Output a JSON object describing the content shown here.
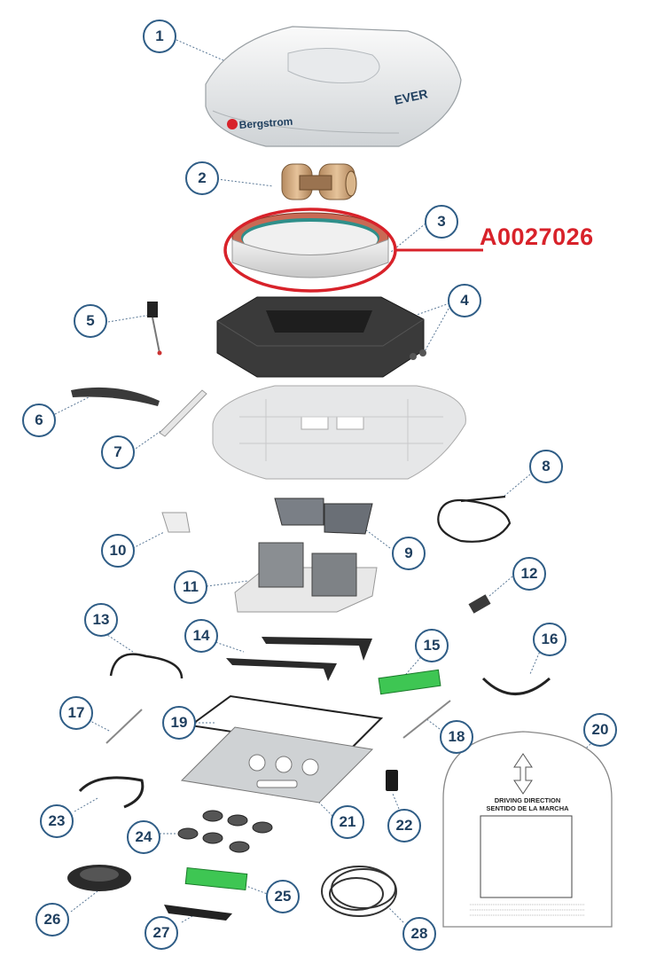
{
  "callouts": [
    "1",
    "2",
    "3",
    "4",
    "5",
    "6",
    "7",
    "8",
    "9",
    "10",
    "11",
    "12",
    "13",
    "14",
    "15",
    "16",
    "17",
    "18",
    "19",
    "20",
    "21",
    "22",
    "23",
    "24",
    "25",
    "26",
    "27",
    "28"
  ],
  "highlight": {
    "part_code": "A0027026",
    "color": "#d8222a"
  },
  "cover": {
    "brand": "Bergstrom",
    "model": "EVER"
  },
  "sticker": {
    "heading_line1": "DRIVING DIRECTION",
    "heading_line2": "SENTIDO DE LA MARCHA"
  },
  "colors": {
    "callout_border": "#2f5d86",
    "callout_text": "#1f3f5f",
    "pcb_green": "#3ec653",
    "foam": "#2a2a2a"
  }
}
